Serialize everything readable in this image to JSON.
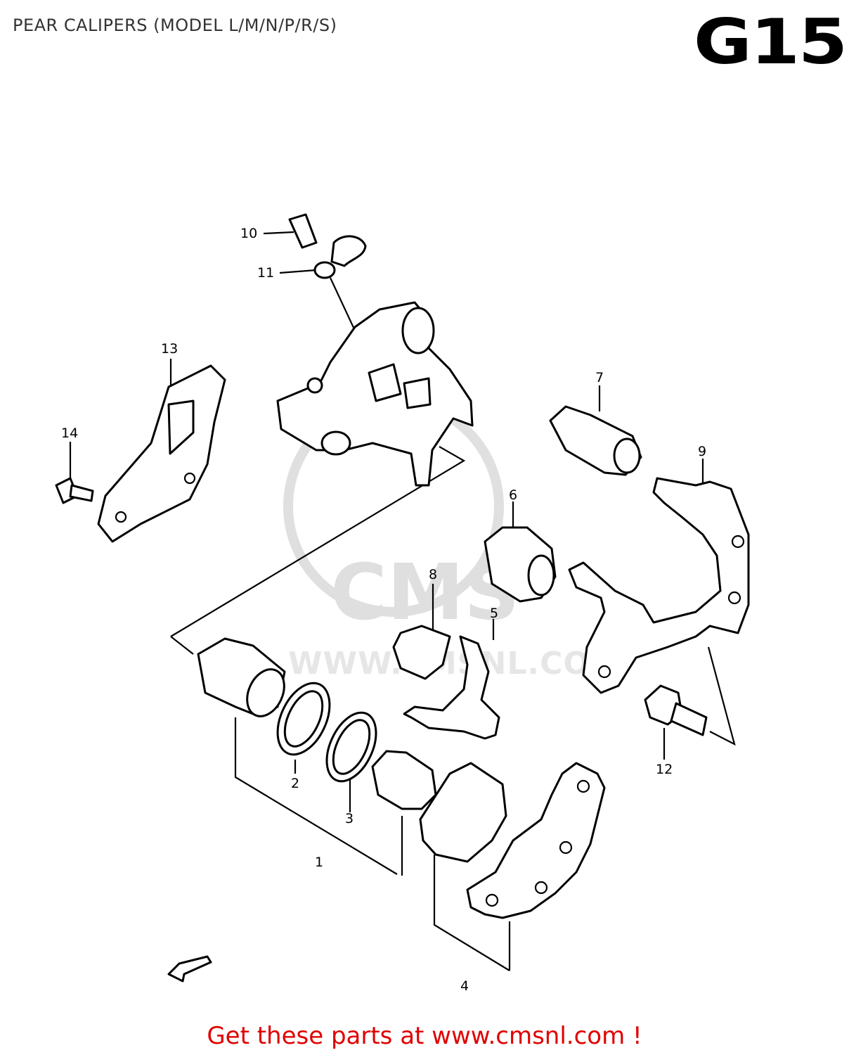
{
  "header": {
    "title": "PEAR CALIPERS (MODEL L/M/N/P/R/S)",
    "code": "G15"
  },
  "watermark": {
    "brand": "CMS",
    "url": "WWW.CMSNL.COM"
  },
  "callouts": [
    "1",
    "2",
    "3",
    "4",
    "5",
    "6",
    "7",
    "8",
    "9",
    "10",
    "11",
    "12",
    "13",
    "14"
  ],
  "footer": {
    "promo": "Get these parts at www.cmsnl.com !"
  }
}
